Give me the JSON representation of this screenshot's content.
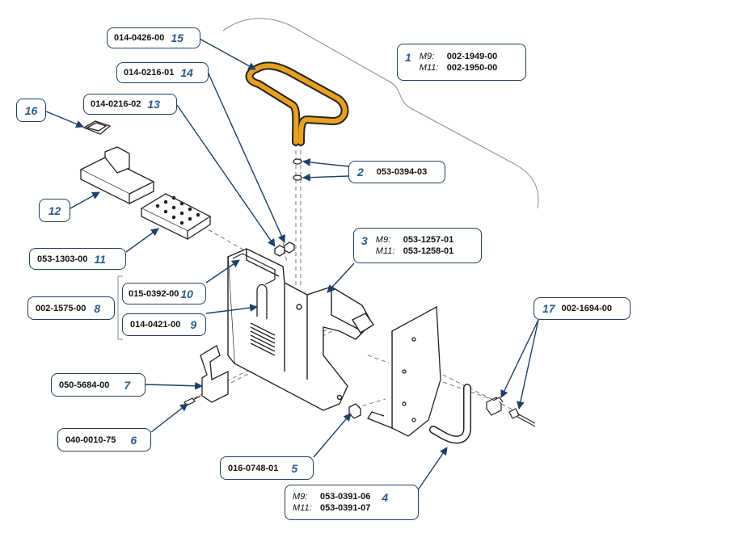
{
  "colors": {
    "border": "#1e3f66",
    "number": "#2a5a8a",
    "highlight": "#e8a020",
    "line": "#1e3f66"
  },
  "callouts": {
    "c15": {
      "num": "15",
      "pn": "014-0426-00"
    },
    "c14": {
      "num": "14",
      "pn": "014-0216-01"
    },
    "c13": {
      "num": "13",
      "pn": "014-0216-02"
    },
    "c16": {
      "num": "16"
    },
    "c12": {
      "num": "12"
    },
    "c11": {
      "num": "11",
      "pn": "053-1303-00"
    },
    "c10": {
      "num": "10",
      "pn": "015-0392-00"
    },
    "c9": {
      "num": "9",
      "pn": "014-0421-00"
    },
    "c8": {
      "num": "8",
      "pn": "002-1575-00"
    },
    "c7": {
      "num": "7",
      "pn": "050-5684-00"
    },
    "c6": {
      "num": "6",
      "pn": "040-0010-75"
    },
    "c5": {
      "num": "5",
      "pn": "016-0748-01"
    },
    "c4": {
      "num": "4",
      "m9": "M9:",
      "pn9": "053-0391-06",
      "m11": "M11:",
      "pn11": "053-0391-07"
    },
    "c1": {
      "num": "1",
      "m9": "M9:",
      "pn9": "002-1949-00",
      "m11": "M11:",
      "pn11": "002-1950-00"
    },
    "c2": {
      "num": "2",
      "pn": "053-0394-03"
    },
    "c3": {
      "num": "3",
      "m9": "M9:",
      "pn9": "053-1257-01",
      "m11": "M11:",
      "pn11": "053-1258-01"
    },
    "c17": {
      "num": "17",
      "pn": "002-1694-00"
    }
  }
}
